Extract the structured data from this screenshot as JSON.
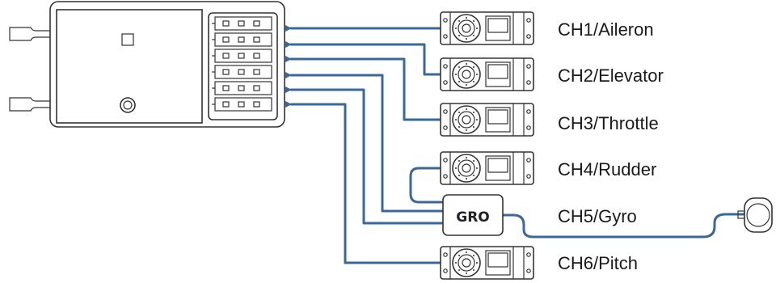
{
  "channels": [
    {
      "label": "CH1/Aileron"
    },
    {
      "label": "CH2/Elevator"
    },
    {
      "label": "CH3/Throttle"
    },
    {
      "label": "CH4/Rudder"
    },
    {
      "label": "CH5/Gyro"
    },
    {
      "label": "CH6/Pitch"
    }
  ],
  "gyro": {
    "label": "GRO"
  },
  "colors": {
    "wire": "#3a6898",
    "outline": "#333333"
  }
}
